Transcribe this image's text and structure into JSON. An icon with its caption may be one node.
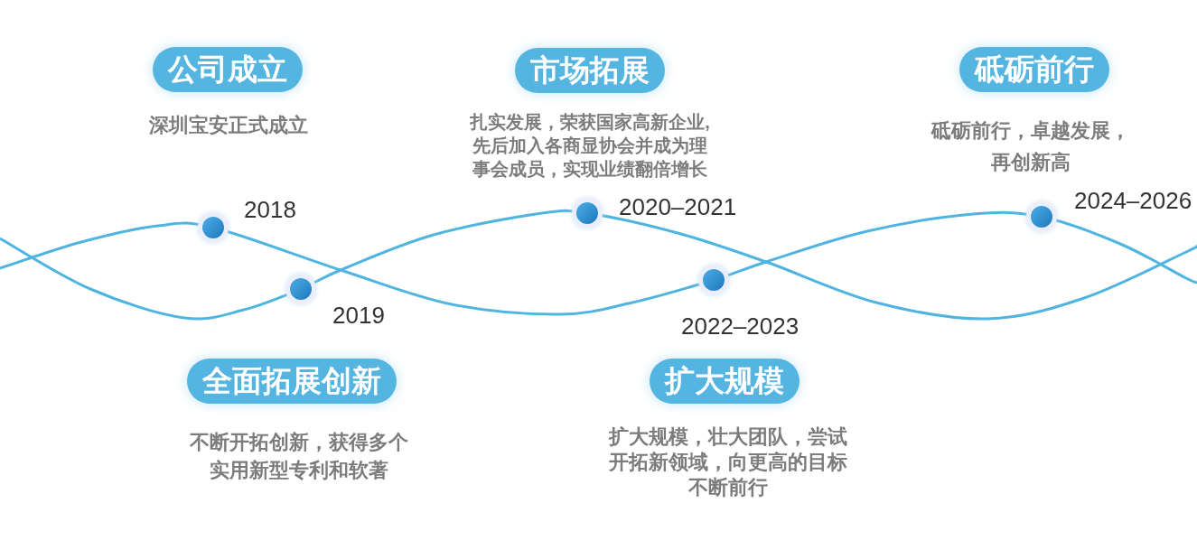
{
  "diagram": {
    "nodes": [
      {
        "text": [
          "公司成立"
        ],
        "beside": [
          "深圳宝安正式成立"
        ]
      },
      {
        "text": [
          "市场拓展"
        ],
        "beside": [
          "扎实发展，荣获国家高新企业,先后加入各商显协会并成为理事会成员，实现业绩翻倍增长"
        ]
      },
      {
        "text": [
          "砥砺前行"
        ],
        "beside": [
          "砥砺前行，卓越发展，再创新高"
        ]
      },
      {
        "text": [
          "全面拓展创新"
        ],
        "beside": [
          "不断开拓创新，获得多个实用新型专利和软著"
        ]
      },
      {
        "text": [
          "扩大规模"
        ],
        "beside": [
          "扩大规模，壮大团队，尝试开拓新领域，向更高的目标不断前行"
        ]
      }
    ],
    "labels": [
      "2018",
      "2020–2021",
      "2024–2026",
      "2019",
      "2022–2023"
    ]
  }
}
